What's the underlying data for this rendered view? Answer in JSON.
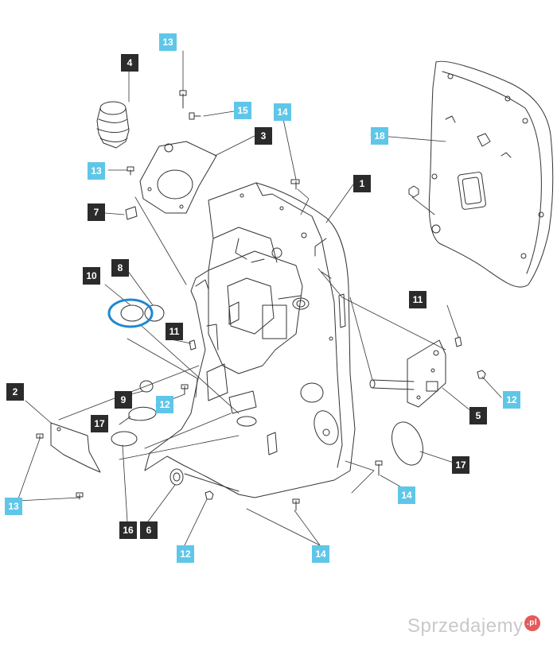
{
  "callouts": {
    "c13_top": "13",
    "c4": "4",
    "c15": "15",
    "c14_top": "14",
    "c3": "3",
    "c13_left": "13",
    "c7": "7",
    "c18": "18",
    "c1": "1",
    "c10": "10",
    "c8": "8",
    "c11_mid": "11",
    "c11_right": "11",
    "c2": "2",
    "c9": "9",
    "c12_mid": "12",
    "c17_left": "17",
    "c12_right": "12",
    "c5": "5",
    "c17_right": "17",
    "c14_right": "14",
    "c13_bottom": "13",
    "c16": "16",
    "c6": "6",
    "c12_bottom": "12",
    "c14_bottom": "14"
  },
  "watermark": {
    "text": "Sprzedajemy",
    "badge": ".pl"
  },
  "colors": {
    "dark_callout": "#2b2b2b",
    "cyan_callout": "#5fc6e8",
    "highlight_ring": "#1e88d2",
    "line": "#333333"
  }
}
